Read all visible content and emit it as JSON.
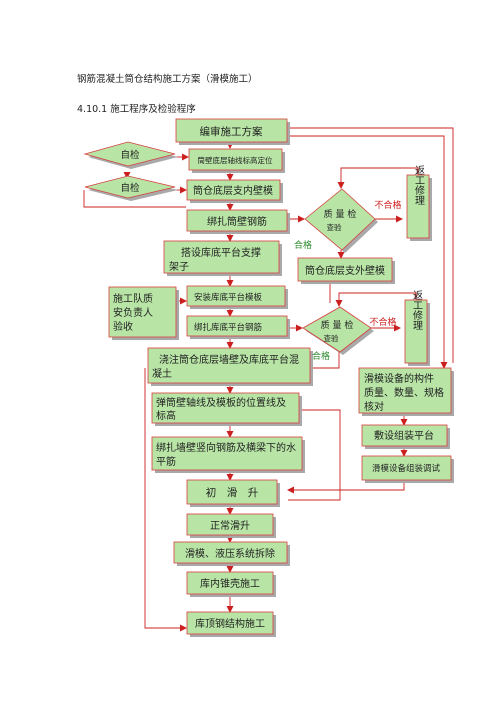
{
  "document": {
    "title": "钢筋混凝土筒仓结构施工方案（滑模施工）",
    "section": "4.10.1 施工程序及检验程序"
  },
  "flow": {
    "compile": "编审施工方案",
    "self_check_1": "自检",
    "axis_elevation": "筒壁底层轴线标高定位",
    "self_check_2": "自检",
    "inner_form": "筒仓底层支内壁模",
    "rebar": "绑扎筒壁钢筋",
    "quality_1_l1": "质 量 检",
    "quality_1_l2": "查验",
    "fail_1": "不合格",
    "rework_1": "返工修理",
    "pass_1": "合格",
    "platform_l1": "搭设库底平台支撑",
    "platform_l2": "架子",
    "outer_form": "筒仓底层支外壁模",
    "team_l1": "施工队质",
    "team_l2": "安负责人",
    "team_l3": "验收",
    "install_platform_form": "安装库底平台模板",
    "platform_rebar": "绑扎库底平台钢筋",
    "quality_2_l1": "质 量 检",
    "quality_2_l2": "查验",
    "fail_2": "不合格",
    "rework_2": "返工修理",
    "pass_2": "合格",
    "pour_l1": "浇注筒仓底层墙壁及库底平台混",
    "pour_l2": "凝土",
    "slip_check_l1": "滑模设备的构件",
    "slip_check_l2": "质量、数量、规格",
    "slip_check_l3": "核对",
    "lofting_l1": "弹筒壁轴线及模板的位置线及",
    "lofting_l2": "标高",
    "assemble_platform": "敷设组装平台",
    "vertical_rebar_l1": "绑扎墙壁竖向钢筋及横梁下的水",
    "vertical_rebar_l2": "平筋",
    "slip_debug": "滑模设备组装调试",
    "initial_slip": "初　滑　升",
    "normal_slip": "正常滑升",
    "dismantle": "滑模、液压系统拆除",
    "cone_shell": "库内锥壳施工",
    "roof_steel": "库顶钢结构施工"
  },
  "colors": {
    "box_fill": "#b8e5a6",
    "box_border": "#d83c3c",
    "shadow": "#a9a9a9",
    "arrow": "#cc2020",
    "fail_text": "#cc2020",
    "pass_text": "#2a8a2a"
  }
}
